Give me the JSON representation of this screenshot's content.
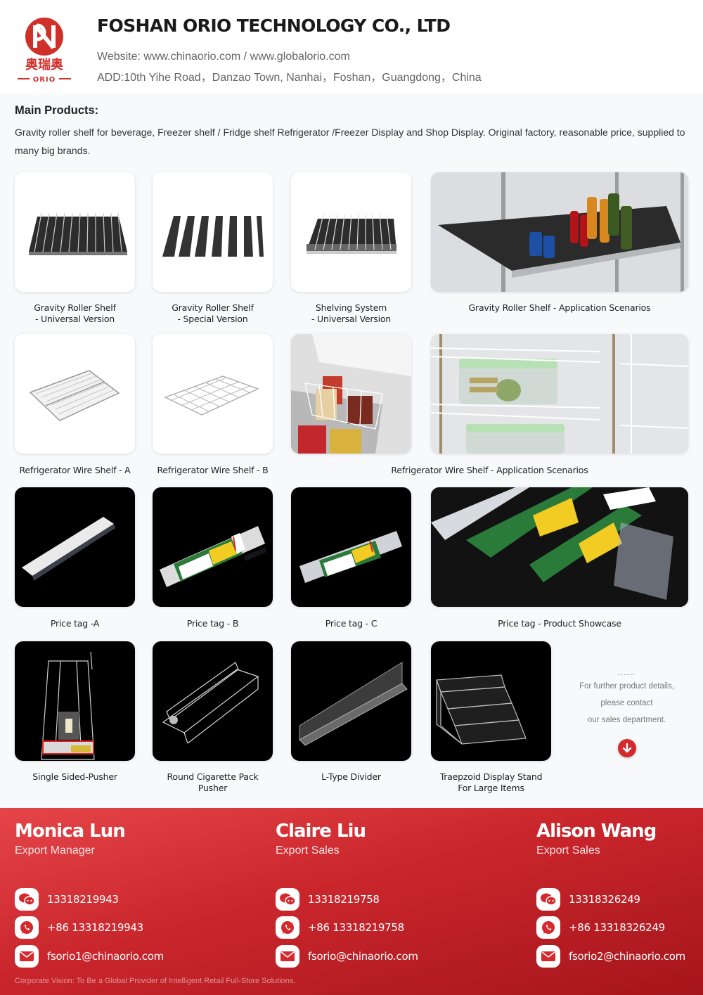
{
  "header": {
    "company": "FOSHAN ORIO TECHNOLOGY CO., LTD",
    "website": "Website: www.chinaorio.com  /  www.globalorio.com",
    "address": "ADD:10th Yihe Road，Danzao Town, Nanhai，Foshan，Guangdong，China",
    "logo": {
      "chinese": "奥瑞奥",
      "english": "ORIO",
      "color": "#d0302a"
    }
  },
  "intro": {
    "title": "Main Products:",
    "text": "Gravity roller shelf for beverage, Freezer shelf / Fridge shelf Refrigerator /Freezer Display and Shop Display. Original factory, reasonable price, supplied to many big brands."
  },
  "products": [
    {
      "caption": "Gravity Roller Shelf\n- Universal Version",
      "image": "gravity-roller-shelf-universal"
    },
    {
      "caption": "Gravity Roller Shelf\n- Special Version",
      "image": "gravity-roller-shelf-special"
    },
    {
      "caption": "Shelving System\n- Universal Version",
      "image": "shelving-system-universal"
    },
    {
      "caption": "Gravity Roller Shelf - Application Scenarios",
      "image": "gravity-roller-application"
    },
    {
      "caption": "Refrigerator Wire Shelf - A",
      "image": "wire-shelf-a"
    },
    {
      "caption": "Refrigerator Wire Shelf - B",
      "image": "wire-shelf-b"
    },
    {
      "caption": "Refrigerator Wire Shelf - Application Scenarios",
      "image": "wire-shelf-application"
    },
    {
      "caption": "Price tag -A",
      "image": "price-tag-a"
    },
    {
      "caption": "Price tag - B",
      "image": "price-tag-b"
    },
    {
      "caption": "Price tag - C",
      "image": "price-tag-c"
    },
    {
      "caption": "Price tag - Product Showcase",
      "image": "price-tag-showcase"
    },
    {
      "caption": "Single Sided-Pusher",
      "image": "single-sided-pusher"
    },
    {
      "caption": "Round Cigarette Pack Pusher",
      "image": "cigarette-pack-pusher"
    },
    {
      "caption": "L-Type Divider",
      "image": "l-type-divider"
    },
    {
      "caption": "Traepzoid Display Stand\nFor Large Items",
      "image": "trapezoid-display-stand"
    }
  ],
  "more": {
    "dots": "......",
    "line1": "For further product details,",
    "line2": "please contact",
    "line3": "our sales department.",
    "icon": "arrow-down-circle-icon"
  },
  "contacts": [
    {
      "name": "Monica Lun",
      "role": "Export Manager",
      "wechat": "13318219943",
      "whatsapp": "+86 13318219943",
      "email": "fsorio1@chinaorio.com"
    },
    {
      "name": "Claire Liu",
      "role": "Export Sales",
      "wechat": "13318219758",
      "whatsapp": "+86 13318219758",
      "email": "fsorio@chinaorio.com"
    },
    {
      "name": "Alison Wang",
      "role": "Export Sales",
      "wechat": "13318326249",
      "whatsapp": "+86 13318326249",
      "email": "fsorio2@chinaorio.com"
    }
  ],
  "footer": {
    "vision": "Corporate Vision: To Be a Global Provider of Intelligent Retail Full-Store Solutions."
  },
  "colors": {
    "brand_red": "#d0302a",
    "footer_top": "#e54548",
    "footer_bottom": "#a5151b"
  }
}
